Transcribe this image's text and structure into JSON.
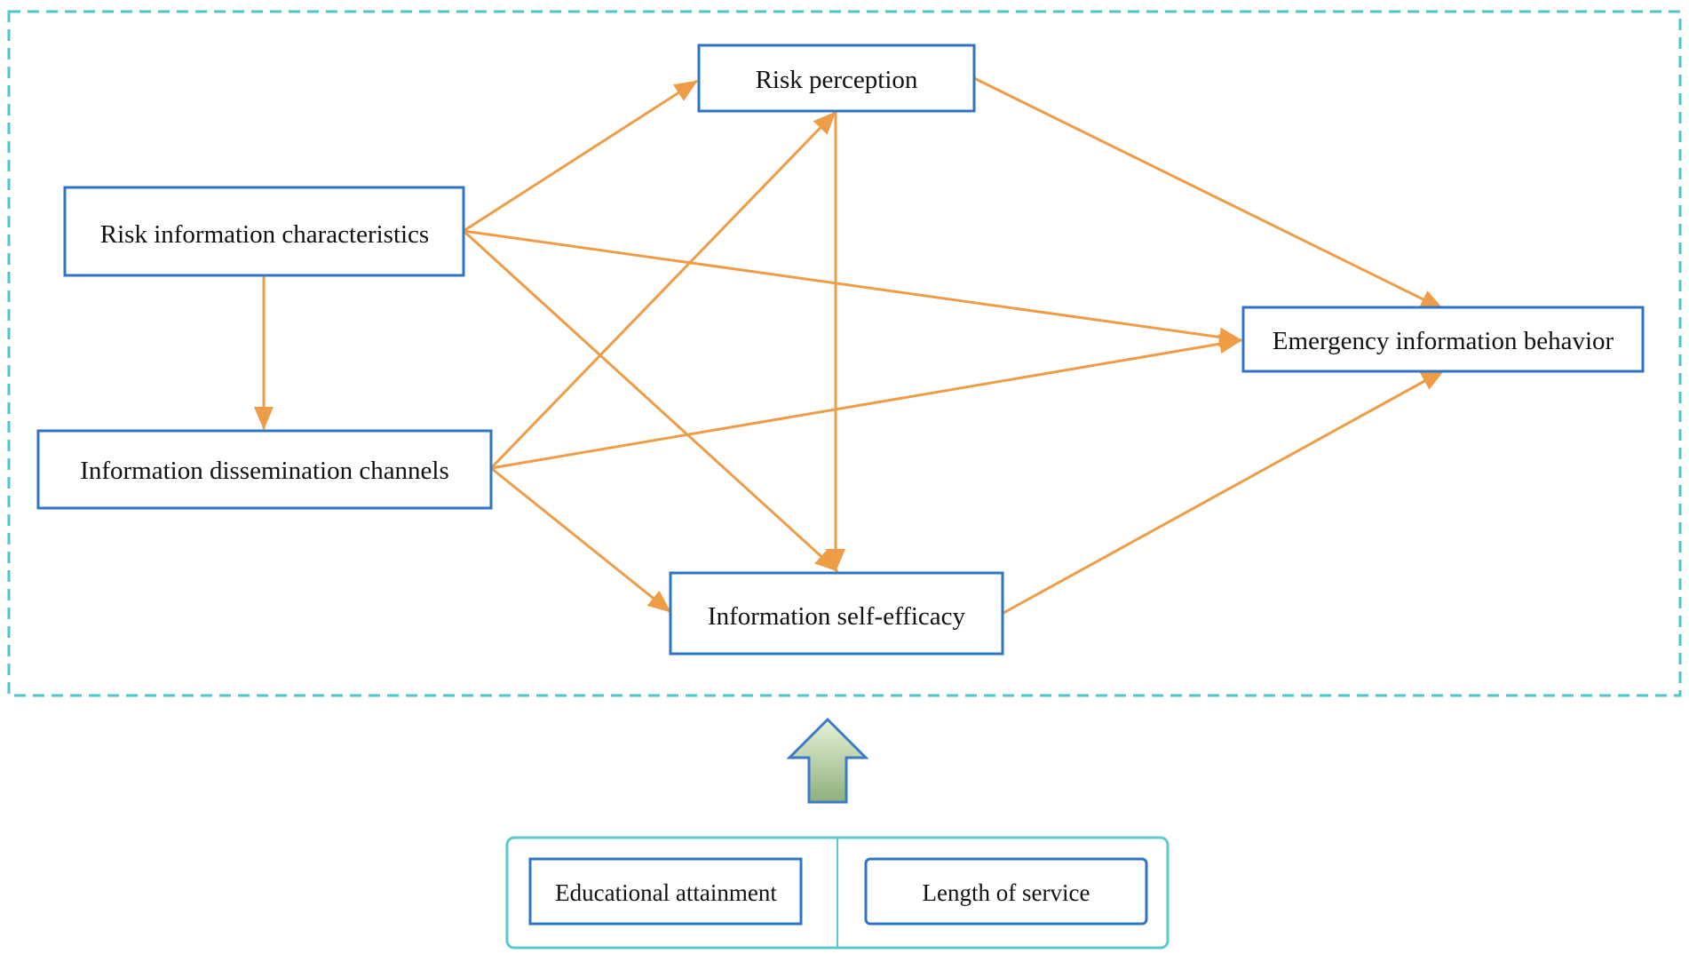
{
  "nodes": {
    "risk_perception": "Risk perception",
    "risk_info_characteristics": "Risk information characteristics",
    "info_dissemination_channels": "Information dissemination channels",
    "info_self_efficacy": "Information self-efficacy",
    "emergency_info_behavior": "Emergency information behavior"
  },
  "moderators": {
    "educational_attainment": "Educational attainment",
    "length_of_service": "Length of service"
  },
  "edges": [
    {
      "from": "risk_info_characteristics",
      "to": "risk_perception"
    },
    {
      "from": "risk_info_characteristics",
      "to": "emergency_info_behavior"
    },
    {
      "from": "risk_info_characteristics",
      "to": "info_self_efficacy"
    },
    {
      "from": "risk_info_characteristics",
      "to": "info_dissemination_channels"
    },
    {
      "from": "info_dissemination_channels",
      "to": "risk_perception"
    },
    {
      "from": "info_dissemination_channels",
      "to": "emergency_info_behavior"
    },
    {
      "from": "info_dissemination_channels",
      "to": "info_self_efficacy"
    },
    {
      "from": "risk_perception",
      "to": "emergency_info_behavior"
    },
    {
      "from": "risk_perception",
      "to": "info_self_efficacy"
    },
    {
      "from": "info_self_efficacy",
      "to": "emergency_info_behavior"
    }
  ],
  "colors": {
    "node_border": "#2F74C7",
    "edge": "#EE9C45",
    "frame": "#4CC6C8",
    "moderator_frame": "#5BC9CC",
    "up_arrow_fill_top": "#E6F3D9",
    "up_arrow_fill_bottom": "#8FAF7B",
    "up_arrow_stroke": "#3B7BC8"
  }
}
